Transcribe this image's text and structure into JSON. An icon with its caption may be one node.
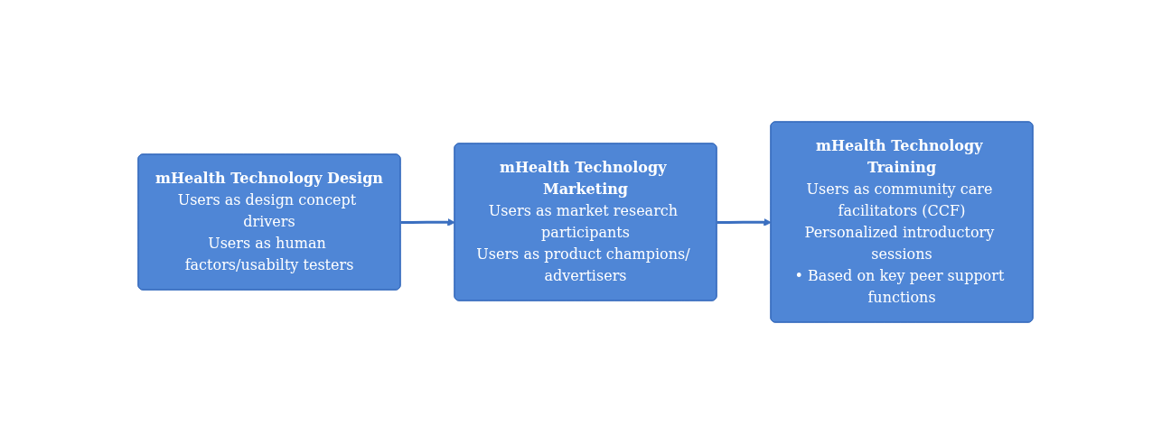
{
  "diagram": {
    "nodes": [
      {
        "text": [
          "mHealth Technology Design",
          "Users as design concept drivers",
          "Users as human factors/usabilty testers"
        ]
      },
      {
        "text": [
          "mHealth Technology Marketing",
          "Users as market research participants",
          "Users as product champions/ advertisers"
        ]
      },
      {
        "text": [
          "mHealth Technology Training",
          "Users as community care facilitators (CCF)",
          "Personalized introductory sessions",
          "• Based on key peer support functions"
        ]
      }
    ],
    "edges": [
      {
        "from": 0,
        "to": 1,
        "arrow": "to"
      },
      {
        "from": 1,
        "to": 2,
        "arrow": "to"
      }
    ]
  }
}
